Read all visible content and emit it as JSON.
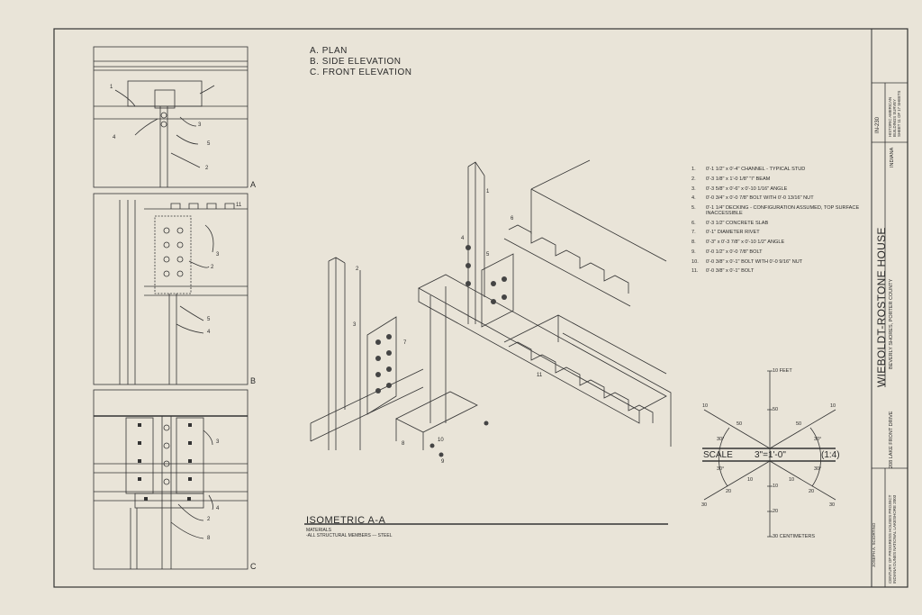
{
  "views": [
    "A. PLAN",
    "B. SIDE ELEVATION",
    "C. FRONT ELEVATION"
  ],
  "panels": [
    {
      "letter": "A",
      "callouts": [
        "1",
        "3",
        "4",
        "5",
        "2"
      ]
    },
    {
      "letter": "B",
      "callouts": [
        "11",
        "3",
        "2",
        "5",
        "4"
      ]
    },
    {
      "letter": "C",
      "callouts": [
        "3",
        "4",
        "2",
        "8"
      ]
    }
  ],
  "iso_callouts": [
    "1",
    "2",
    "3",
    "4",
    "5",
    "6",
    "7",
    "8",
    "9",
    "10",
    "11"
  ],
  "legend": [
    {
      "n": "1.",
      "text": "0'-1 1/2\" x 0'-4\" CHANNEL - TYPICAL STUD"
    },
    {
      "n": "2.",
      "text": "0'-3 1/8\" x 1'-0 1/8\" \"I\" BEAM"
    },
    {
      "n": "3.",
      "text": "0'-3 5/8\" x 0'-6\" x 0'-10 1/16\" ANGLE"
    },
    {
      "n": "4.",
      "text": "0'-0 3/4\" x 0'-0 7/8\" BOLT WITH 0'-0 13/16\" NUT"
    },
    {
      "n": "5.",
      "text": "0'-1 1/4\" DECKING - CONFIGURATION ASSUMED, TOP SURFACE INACCESSIBLE"
    },
    {
      "n": "6.",
      "text": "0'-3 1/2\" CONCRETE SLAB"
    },
    {
      "n": "7.",
      "text": "0'-1\" DIAMETER RIVET"
    },
    {
      "n": "8.",
      "text": "0'-3\" x 0'-3 7/8\" x 0'-10 1/2\" ANGLE"
    },
    {
      "n": "9.",
      "text": "0'-0 1/2\" x 0'-0 7/8\" BOLT"
    },
    {
      "n": "10.",
      "text": "0'-0 3/8\" x 0'-1\" BOLT WITH 0'-0 9/16\" NUT"
    },
    {
      "n": "11.",
      "text": "0'-0 3/8\" x 0'-1\" BOLT"
    }
  ],
  "isometric": {
    "title": "ISOMETRIC A-A",
    "materials_label": "MATERIALS",
    "materials": "-ALL STRUCTURAL MEMBERS --- STEEL"
  },
  "scale": {
    "label": "SCALE",
    "value": "3\"=1'-0\"",
    "ratio": "(1:4)",
    "feet_label": "10 FEET",
    "cm_label": "30 CENTIMETERS",
    "ticks_up": [
      "50"
    ],
    "ticks_down": [
      "10",
      "20"
    ],
    "diag_labels": [
      "10",
      "50",
      "30°",
      "10",
      "50",
      "30°",
      "30°",
      "10",
      "20",
      "30",
      "30°",
      "10",
      "20",
      "30"
    ]
  },
  "title_block": {
    "name": "WIEBOLDT-ROSTONE HOUSE",
    "location": "BEVERLY SHORES, PORTER COUNTY",
    "address": "208 LAKE FRONT DRIVE",
    "state": "INDIANA",
    "survey_no": "IN-230",
    "survey": "HISTORIC AMERICAN BUILDINGS SURVEY",
    "sheet": "SHEET 11 OF 17 SHEETS",
    "delineator": "JOSEPH A. SCIORTINO",
    "project": "CENTURY OF PROGRESS HOUSES PROJECT",
    "park": "INDIANA DUNES NATIONAL LAKESHORE 2003"
  }
}
